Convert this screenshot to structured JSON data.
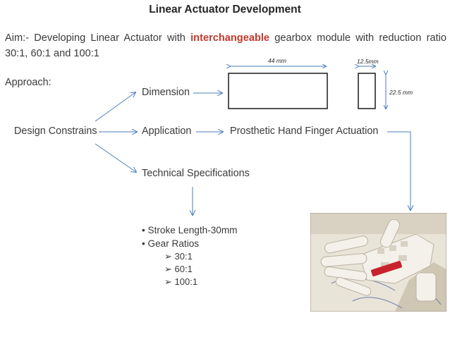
{
  "slide": {
    "title": "Linear Actuator Development",
    "aim_line1_pre": "Aim:- Developing Linear Actuator with ",
    "aim_highlight": "interchangeable",
    "aim_line1_post": " gearbox module with reduction ratio",
    "aim_line2": "30:1, 60:1 and 100:1",
    "approach_label": "Approach:",
    "design_constraints": "Design Constrains",
    "dimension": "Dimension",
    "application": "Application",
    "technical_specs": "Technical Specifications",
    "prosthetic": "Prosthetic Hand Finger Actuation",
    "dim_44": "44 mm",
    "dim_12_5": "12.5mm",
    "dim_22_5": "22.5 mm",
    "bullets": [
      "Stroke Length-30mm",
      "Gear Ratios"
    ],
    "ratios": [
      "30:1",
      "60:1",
      "100:1"
    ]
  },
  "colors": {
    "arrow": "#4a7ebb",
    "highlight": "#c0392b"
  },
  "icons": {
    "bullet": "•",
    "ratio_bullet": "➢"
  }
}
